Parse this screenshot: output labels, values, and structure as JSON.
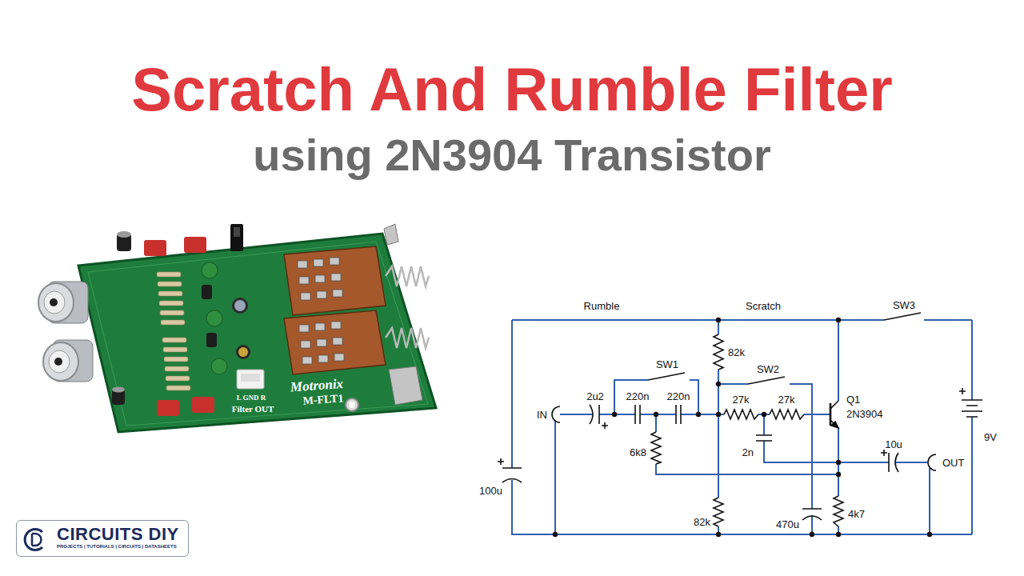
{
  "diagram": {
    "title": "Scratch And Rumble Filter",
    "nodes": [
      {
        "text": [
          "CIRCUITS DIY",
          "PROJECTS | TUTORIALS | CIRCUITS | DATASHEETS"
        ]
      }
    ],
    "labels": [
      "using 2N3904 Transistor",
      "Motronix",
      "M-FLT1",
      "L GND R",
      "Filter OUT",
      "Rumble",
      "Scratch",
      "SW3",
      "SW1",
      "SW2",
      "82k",
      "2u2",
      "220n",
      "220n",
      "27k",
      "27k",
      "Q1",
      "2N3904",
      "IN",
      "6k8",
      "2n",
      "10u",
      "OUT",
      "9V",
      "100u",
      "82k",
      "470u",
      "4k7"
    ]
  }
}
